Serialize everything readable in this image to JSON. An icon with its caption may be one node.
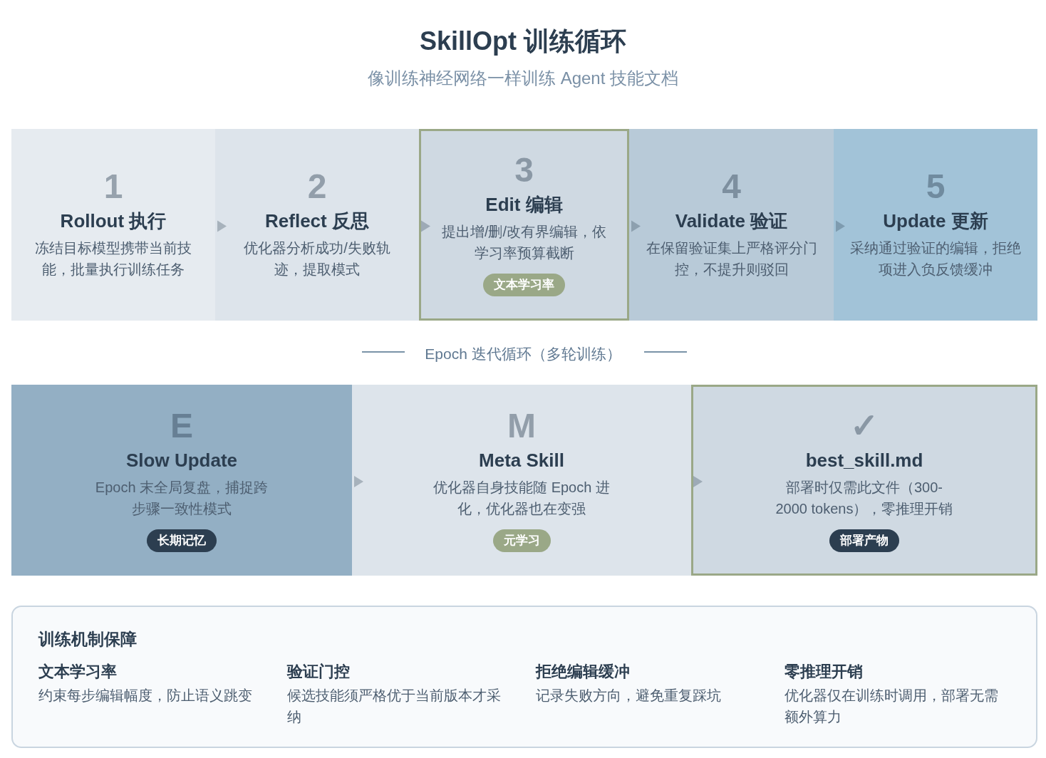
{
  "diagram": {
    "title": "SkillOpt 训练循环",
    "nodes": [
      {
        "text": [
          "1",
          "Rollout 执行",
          "冻结目标模型携带当前技能，批量执行训练任务"
        ]
      },
      {
        "text": [
          "2",
          "Reflect 反思",
          "优化器分析成功/失败轨迹，提取模式"
        ]
      },
      {
        "text": [
          "3",
          "Edit 编辑",
          "提出增/删/改有界编辑，依学习率预算截断"
        ]
      },
      {
        "text": [
          "文本学习率"
        ],
        "in": 2
      },
      {
        "text": [
          "4",
          "Validate 验证",
          "在保留验证集上严格评分门控，不提升则驳回"
        ]
      },
      {
        "text": [
          "5",
          "Update 更新",
          "采纳通过验证的编辑，拒绝项进入负反馈缓冲"
        ]
      },
      {
        "text": [
          "E",
          "Slow Update",
          "Epoch 末全局复盘，捕捉跨步骤一致性模式"
        ]
      },
      {
        "text": [
          "长期记忆"
        ],
        "in": 6
      },
      {
        "text": [
          "M",
          "Meta Skill",
          "优化器自身技能随 Epoch 进化，优化器也在变强"
        ]
      },
      {
        "text": [
          "元学习"
        ],
        "in": 8
      },
      {
        "text": [
          "✓",
          "best_skill.md",
          "部署时仅需此文件（300-2000 tokens），零推理开销"
        ]
      },
      {
        "text": [
          "部署产物"
        ],
        "in": 10
      },
      {
        "text": [
          "训练机制保障",
          "文本学习率",
          "约束每步编辑幅度，防止语义跳变",
          "验证门控",
          "候选技能须严格优于当前版本才采纳",
          "拒绝编辑缓冲",
          "记录失败方向，避免重复踩坑",
          "零推理开销",
          "优化器仅在训练时调用，部署无需额外算力"
        ]
      }
    ],
    "edges": [
      {
        "from": 0,
        "to": 1,
        "arrow": "to"
      },
      {
        "from": 1,
        "to": 2,
        "arrow": "to"
      },
      {
        "from": 2,
        "to": 4,
        "arrow": "to"
      },
      {
        "from": 4,
        "to": 5,
        "arrow": "to"
      },
      {
        "from": 6,
        "to": 8,
        "arrow": "to"
      },
      {
        "from": 8,
        "to": 10,
        "arrow": "to"
      }
    ],
    "labels": [
      "像训练神经网络一样训练 Agent 技能文档",
      "Epoch 迭代循环（多轮训练）"
    ]
  }
}
